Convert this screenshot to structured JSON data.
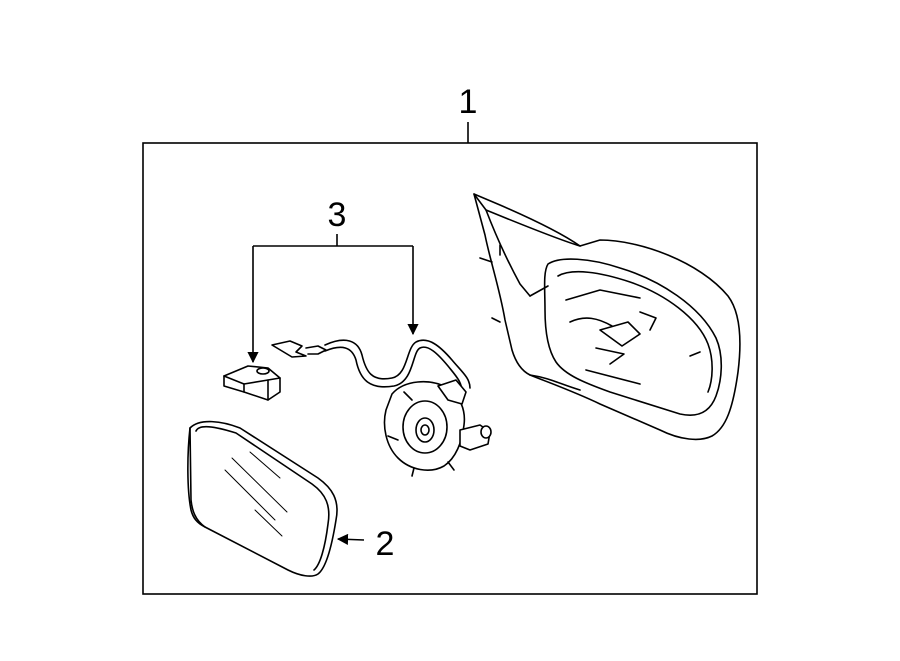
{
  "callouts": {
    "assembly": "1",
    "glass": "2",
    "motor": "3"
  },
  "colors": {
    "line": "#000000",
    "background": "#ffffff"
  }
}
